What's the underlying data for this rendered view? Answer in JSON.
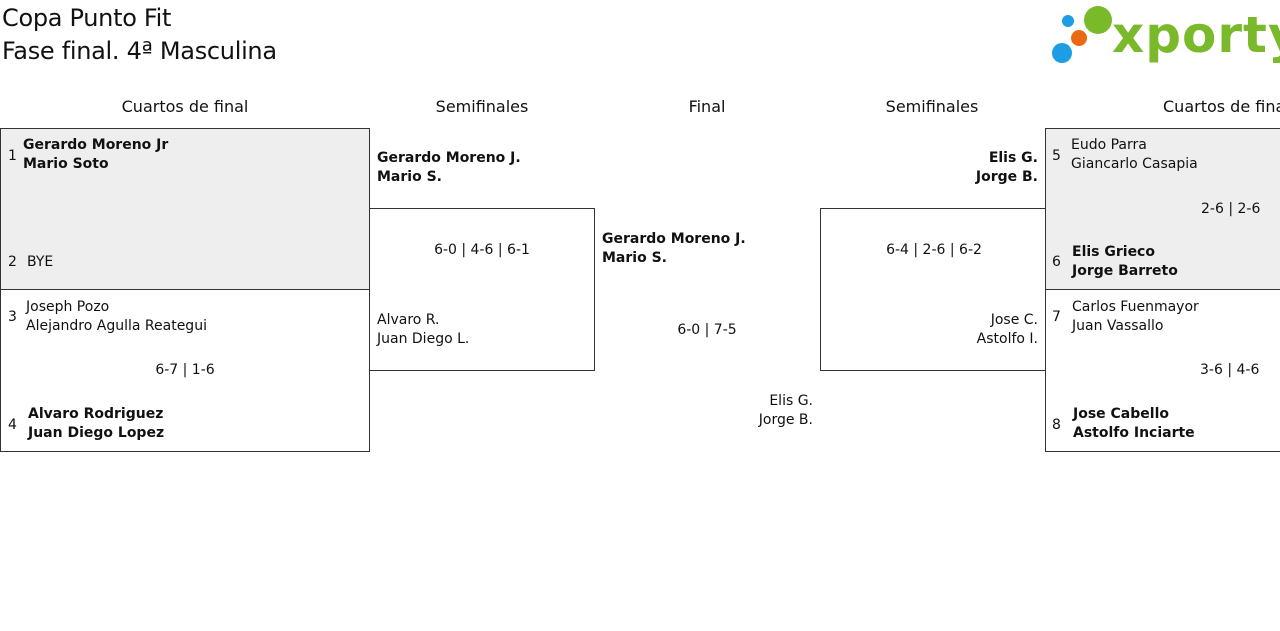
{
  "header": {
    "title_line1": "Copa Punto Fit",
    "title_line2": "Fase final. 4ª Masculina"
  },
  "logo": {
    "text": "xporty",
    "colors": {
      "green": "#7ab929",
      "blue": "#1d9ee4",
      "orange": "#ea6a12"
    }
  },
  "rounds": {
    "left_qf": "Cuartos de final",
    "left_sf": "Semifinales",
    "final": "Final",
    "right_sf": "Semifinales",
    "right_qf": "Cuartos de final"
  },
  "qf": [
    {
      "top": {
        "seed": "1",
        "p1": "Gerardo Moreno Jr",
        "p2": "Mario Soto",
        "winner": true
      },
      "bottom": {
        "seed": "2",
        "p1": "BYE",
        "p2": "",
        "winner": false
      },
      "score": ""
    },
    {
      "top": {
        "seed": "3",
        "p1": "Joseph Pozo",
        "p2": "Alejandro Agulla Reategui",
        "winner": false
      },
      "bottom": {
        "seed": "4",
        "p1": "Alvaro Rodriguez",
        "p2": "Juan Diego Lopez",
        "winner": true
      },
      "score": "6-7 | 1-6"
    },
    {
      "top": {
        "seed": "5",
        "p1": "Eudo Parra",
        "p2": "Giancarlo Casapia",
        "winner": false
      },
      "bottom": {
        "seed": "6",
        "p1": "Elis Grieco",
        "p2": "Jorge Barreto",
        "winner": true
      },
      "score": "2-6 | 2-6"
    },
    {
      "top": {
        "seed": "7",
        "p1": "Carlos Fuenmayor",
        "p2": "Juan Vassallo",
        "winner": false
      },
      "bottom": {
        "seed": "8",
        "p1": "Jose Cabello",
        "p2": "Astolfo Inciarte",
        "winner": true
      },
      "score": "3-6 | 4-6"
    }
  ],
  "sf": [
    {
      "top": {
        "p1": "Gerardo Moreno J.",
        "p2": "Mario S.",
        "winner": true
      },
      "bottom": {
        "p1": "Alvaro R.",
        "p2": "Juan Diego L.",
        "winner": false
      },
      "score": "6-0 | 4-6 | 6-1"
    },
    {
      "top": {
        "p1": "Elis G.",
        "p2": "Jorge B.",
        "winner": true
      },
      "bottom": {
        "p1": "Jose C.",
        "p2": "Astolfo I.",
        "winner": false
      },
      "score": "6-4 | 2-6 | 6-2"
    }
  ],
  "final": {
    "top": {
      "p1": "Gerardo Moreno J.",
      "p2": "Mario S.",
      "winner": true
    },
    "bottom": {
      "p1": "Elis G.",
      "p2": "Jorge B.",
      "winner": false
    },
    "score": "6-0 | 7-5"
  }
}
